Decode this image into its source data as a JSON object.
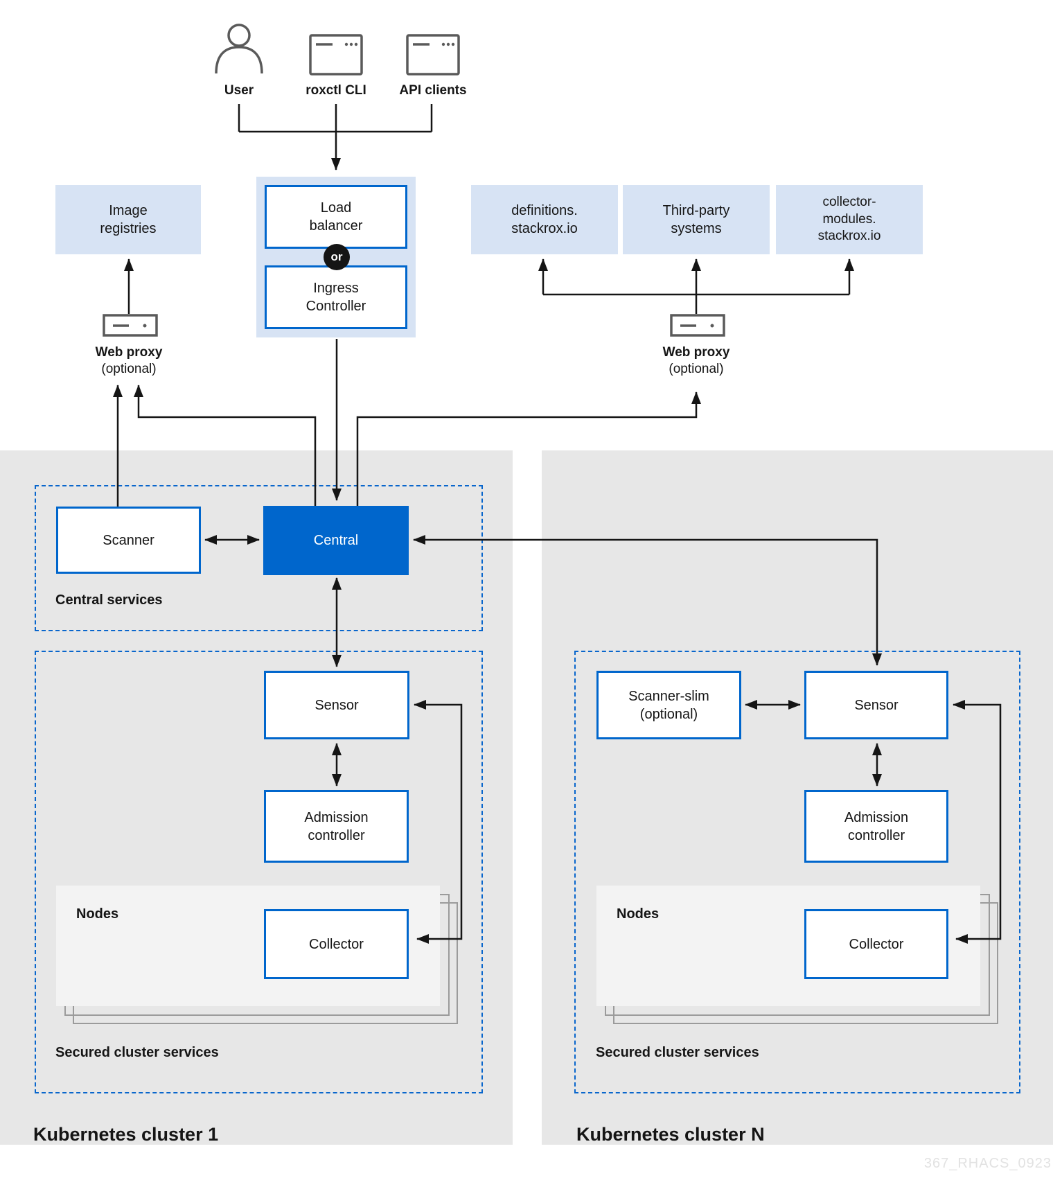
{
  "actors": {
    "user": "User",
    "roxctl": "roxctl CLI",
    "api_clients": "API clients"
  },
  "external": {
    "image_registries": "Image\nregistries",
    "definitions": "definitions.\nstackrox.io",
    "third_party": "Third-party\nsystems",
    "collector_modules": "collector-\nmodules.\nstackrox.io"
  },
  "ingress_assembly": {
    "load_balancer": "Load\nbalancer",
    "or": "or",
    "ingress_controller": "Ingress\nController"
  },
  "proxies": {
    "left": {
      "label": "Web proxy",
      "qualifier": "(optional)"
    },
    "right": {
      "label": "Web proxy",
      "qualifier": "(optional)"
    }
  },
  "central_services": {
    "label": "Central services",
    "scanner": "Scanner",
    "central": "Central"
  },
  "cluster1": {
    "title": "Kubernetes cluster 1",
    "secured_label": "Secured cluster services",
    "sensor": "Sensor",
    "admission": "Admission\ncontroller",
    "nodes": "Nodes",
    "collector": "Collector"
  },
  "clusterN": {
    "title": "Kubernetes cluster N",
    "secured_label": "Secured cluster services",
    "scanner_slim": "Scanner-slim\n(optional)",
    "sensor": "Sensor",
    "admission": "Admission\ncontroller",
    "nodes": "Nodes",
    "collector": "Collector"
  },
  "watermark": "367_RHACS_0923",
  "colors": {
    "accent": "#0066cc",
    "light_blue": "#d7e3f4",
    "gray_background": "#e7e7e7",
    "line": "#151515"
  }
}
